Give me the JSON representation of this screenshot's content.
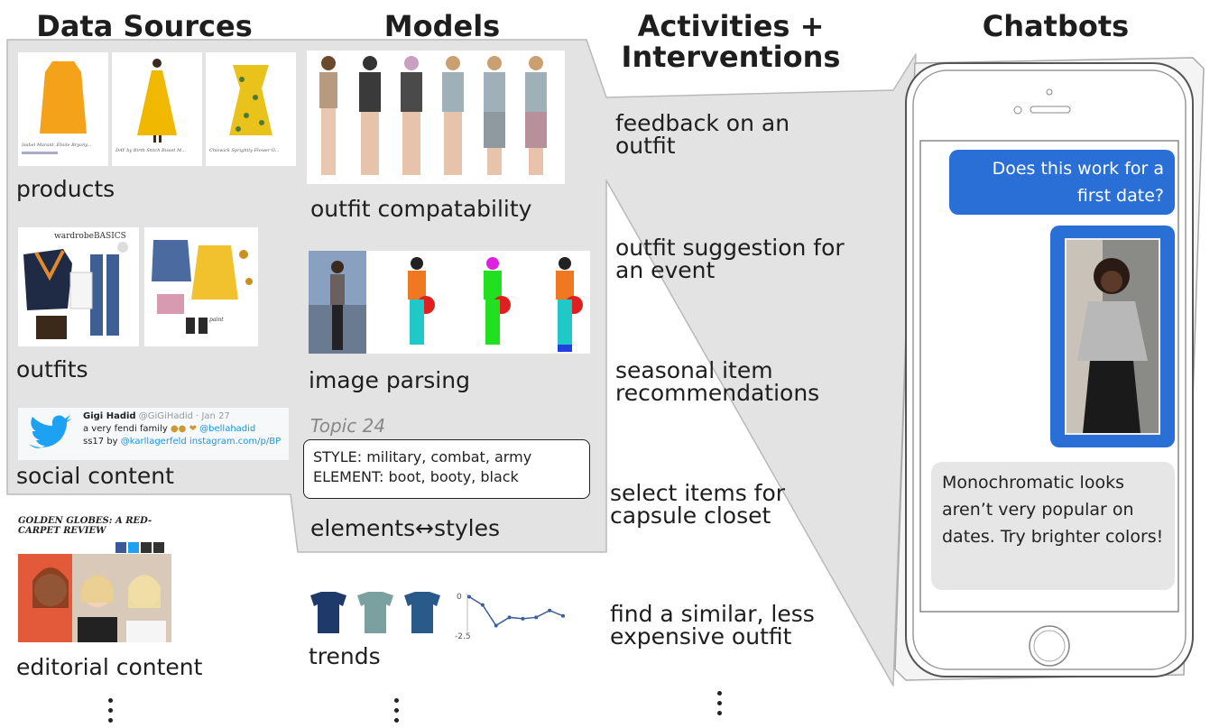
{
  "headers": {
    "data_sources": "Data Sources",
    "models": "Models",
    "activities": "Activities +\nInterventions",
    "chatbots": "Chatbots"
  },
  "data_sources": {
    "products": "products",
    "outfits": "outfits",
    "social": "social content",
    "editorial": "editorial content",
    "product_captions": [
      "Isabel Marant, Étoile Bryony...",
      "DAY by Birth Stitch Bisset M...",
      "Chiswick Sprightly Flower G..."
    ],
    "outfit_brand": "wardrobeBASICS",
    "tweet": {
      "name": "Gigi Hadid",
      "handle": "@GiGiHadid · Jan 27",
      "line1": "a very fendi family",
      "mention1": "@bellahadid",
      "line2_prefix": "ss17 by",
      "mention2": "@karllagerfeld instagram.com/p/BP"
    },
    "editorial_title": "GOLDEN GLOBES: A RED-CARPET REVIEW"
  },
  "models": {
    "compat": "outfit compatability",
    "parsing": "image parsing",
    "topic_label": "Topic 24",
    "topic_style": "STYLE: military, combat, army",
    "topic_element": "ELEMENT: boot, booty, black",
    "elements_styles": "elements↔styles",
    "trends": "trends",
    "trend_axis_top": "0",
    "trend_axis_bottom": "-2.5"
  },
  "activities": [
    "feedback on an outfit",
    "outfit suggestion for an event",
    "seasonal item recommendations",
    "select items for capsule closet",
    "find a similar, less expensive outfit"
  ],
  "chat": {
    "user_message": "Does this work for a first date?",
    "bot_message": "Monochromatic looks aren’t very popular on dates. Try brighter colors!"
  },
  "colors": {
    "panel": "#e3e3e3",
    "user_bubble": "#2a6fd6",
    "bot_bubble": "#e6e6e6",
    "twitter": "#1da1f2",
    "trend_line": "#3b5e9a"
  },
  "chart_data": {
    "type": "line",
    "x": [
      1,
      2,
      3,
      4,
      5,
      6,
      7,
      8
    ],
    "series": [
      {
        "values": [
          -0.1,
          -0.7,
          -2.2,
          -1.6,
          -1.7,
          -1.6,
          -1.1,
          -1.5
        ]
      }
    ],
    "ylim": [
      -2.5,
      0
    ],
    "yticks": [
      "0",
      "-2.5"
    ]
  }
}
